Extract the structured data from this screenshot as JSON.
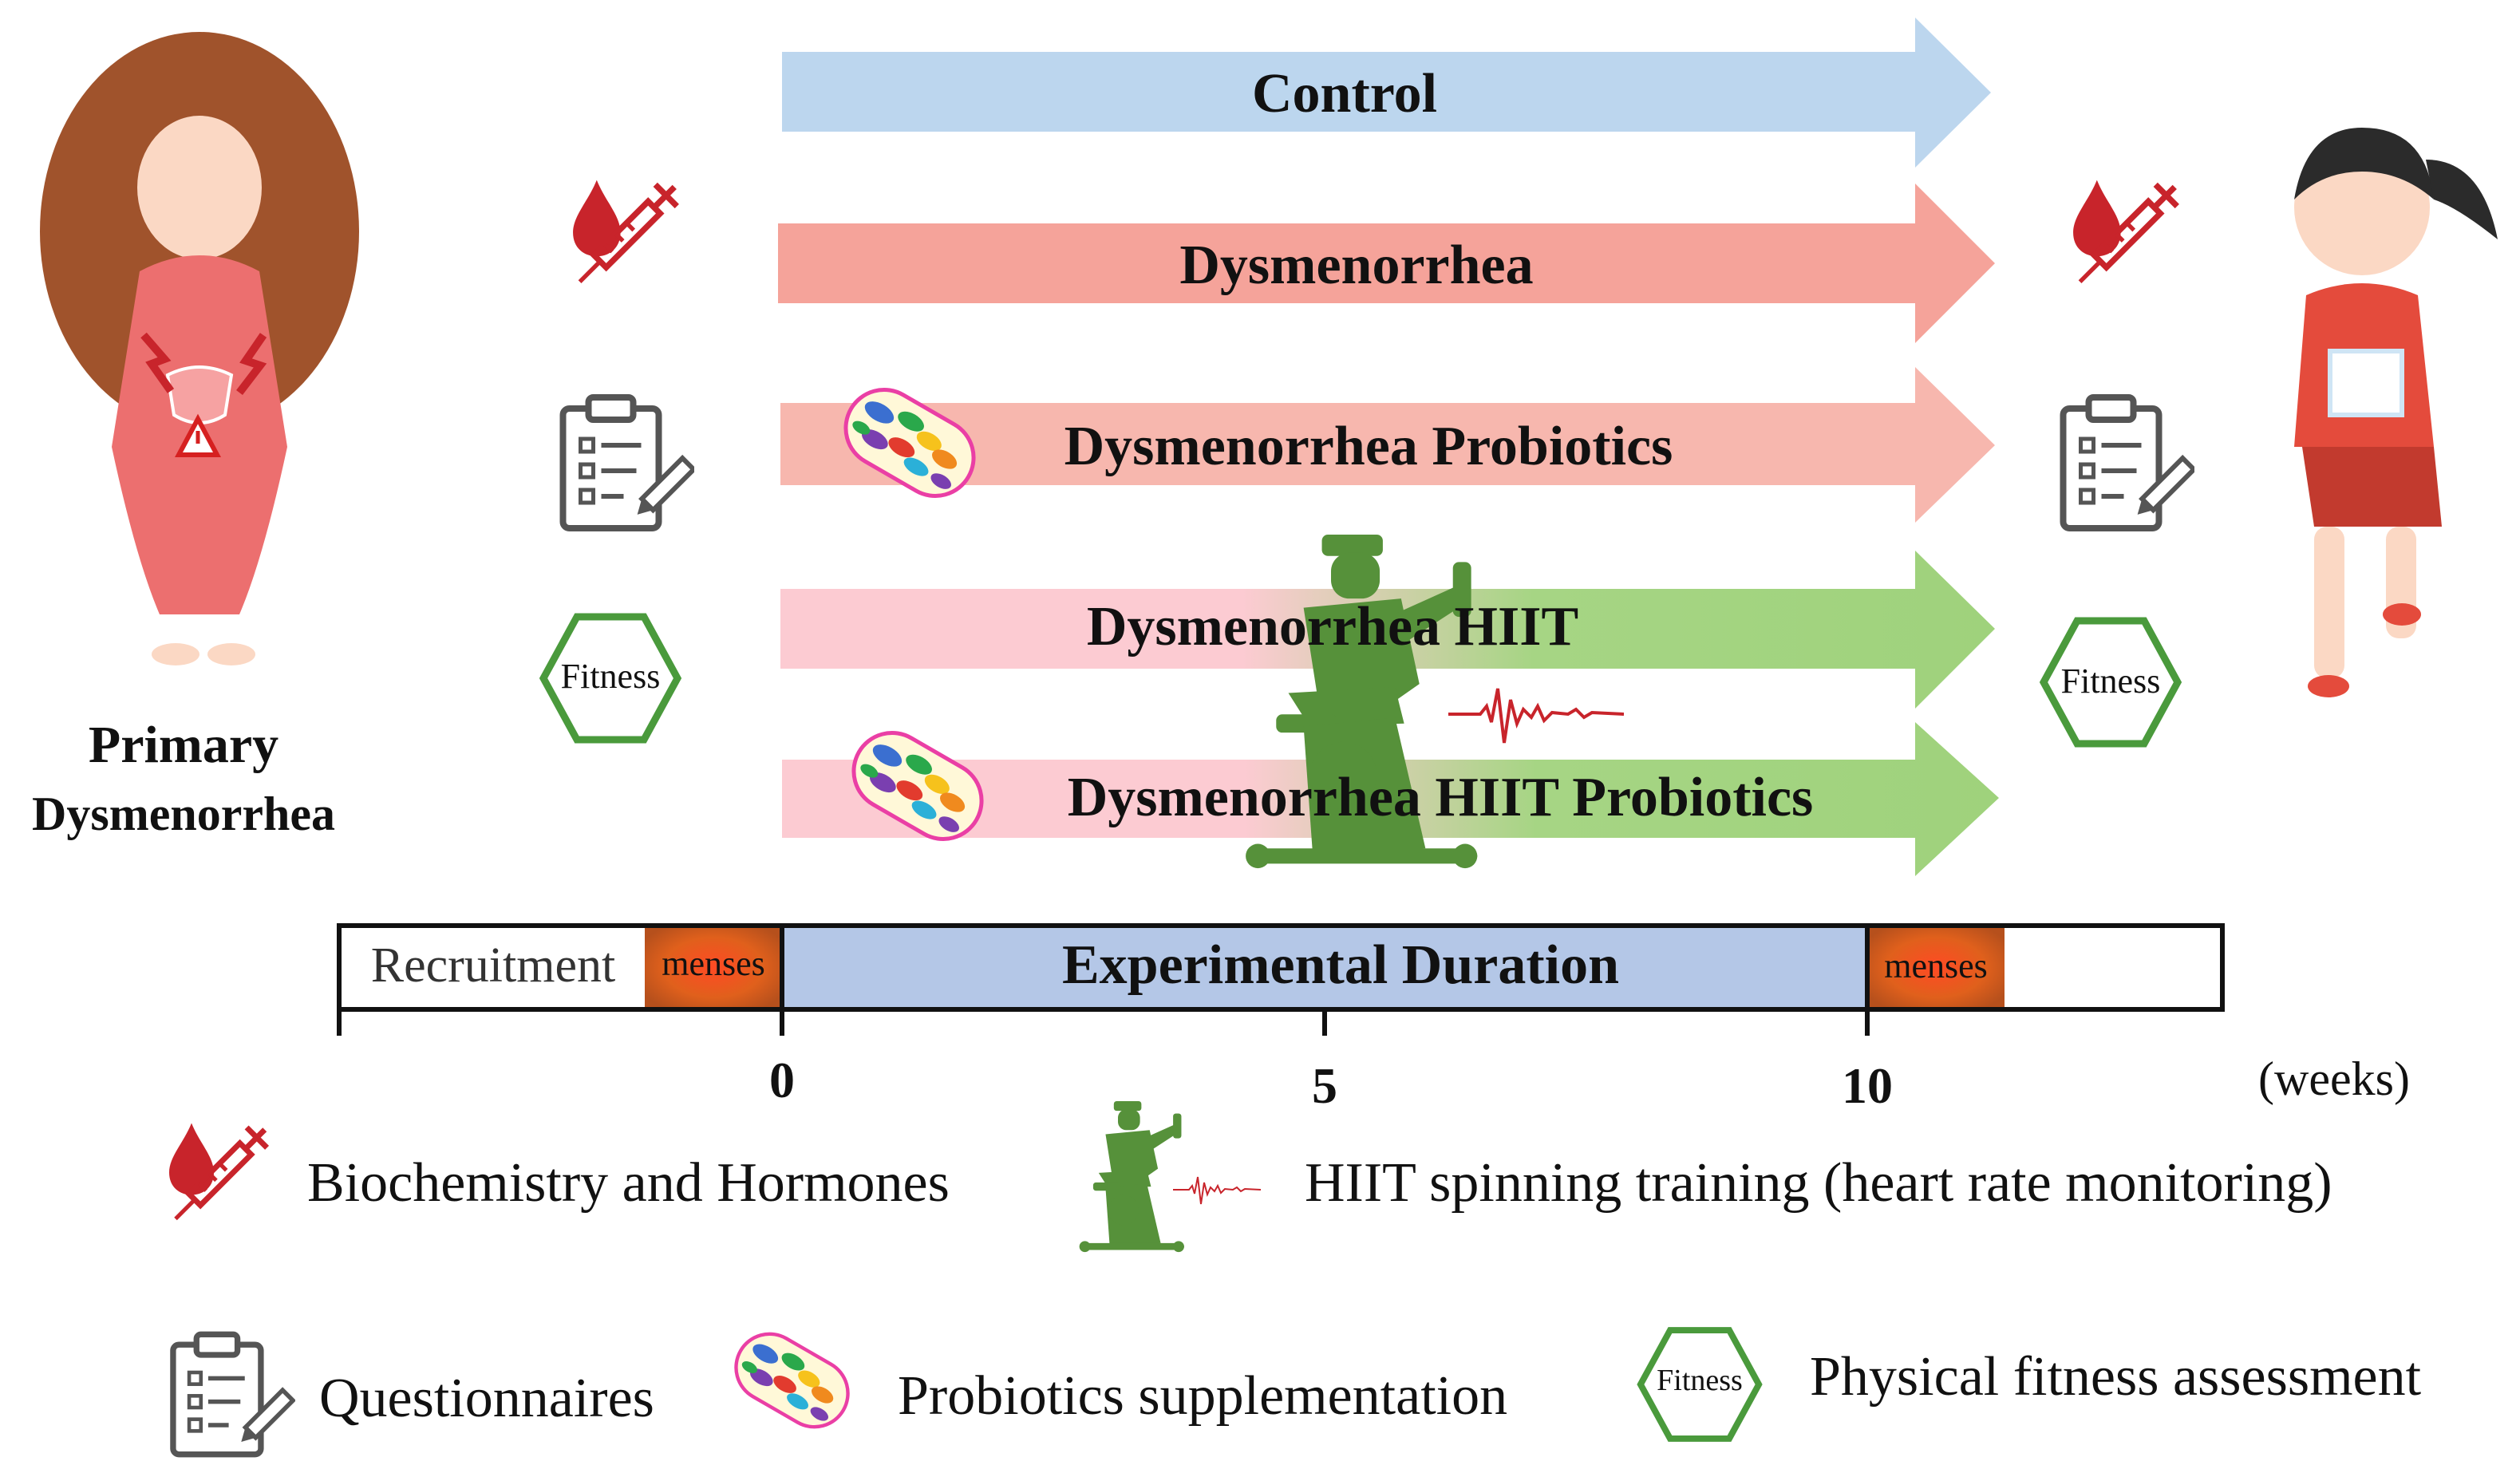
{
  "subject": {
    "line1": "Primary",
    "line2": "Dysmenorrhea"
  },
  "groups": [
    {
      "label": "Control",
      "color": "#bcd6ee",
      "probiotic": false,
      "hiit": false
    },
    {
      "label": "Dysmenorrhea",
      "color": "#f5a39a",
      "probiotic": false,
      "hiit": false
    },
    {
      "label": "Dysmenorrhea Probiotics",
      "color": "#f7b7ae",
      "probiotic": true,
      "hiit": false
    },
    {
      "label": "Dysmenorrhea HIIT",
      "color_start": "#fccbd2",
      "color_end": "#9fd27c",
      "probiotic": false,
      "hiit": true
    },
    {
      "label": "Dysmenorrhea HIIT Probiotics",
      "color_start": "#fccbd2",
      "color_end": "#9fd27c",
      "probiotic": true,
      "hiit": true
    }
  ],
  "assessment_left": {
    "fitness_label": "Fitness"
  },
  "assessment_right": {
    "fitness_label": "Fitness"
  },
  "timeline": {
    "recruitment": "Recruitment",
    "menses_1": "menses",
    "experimental": "Experimental Duration",
    "menses_2": "menses",
    "ticks": [
      "0",
      "5",
      "10"
    ],
    "unit": "(weeks)",
    "colors": {
      "experimental": "#b4c7e7",
      "menses": "#d9541a"
    }
  },
  "legend": {
    "blood": "Biochemistry and Hormones",
    "hiit": "HIIT spinning training (heart rate monitoring)",
    "questionnaire": "Questionnaires",
    "probiotics": "Probiotics supplementation",
    "fitness_icon_label": "Fitness",
    "fitness": "Physical fitness assessment"
  },
  "icons": {
    "blood": "blood-syringe-icon",
    "questionnaire": "clipboard-icon",
    "fitness": "hexagon-fitness-icon",
    "probiotics": "probiotic-capsule-icon",
    "hiit": "spinning-bike-icon",
    "ecg": "heart-rate-icon"
  }
}
